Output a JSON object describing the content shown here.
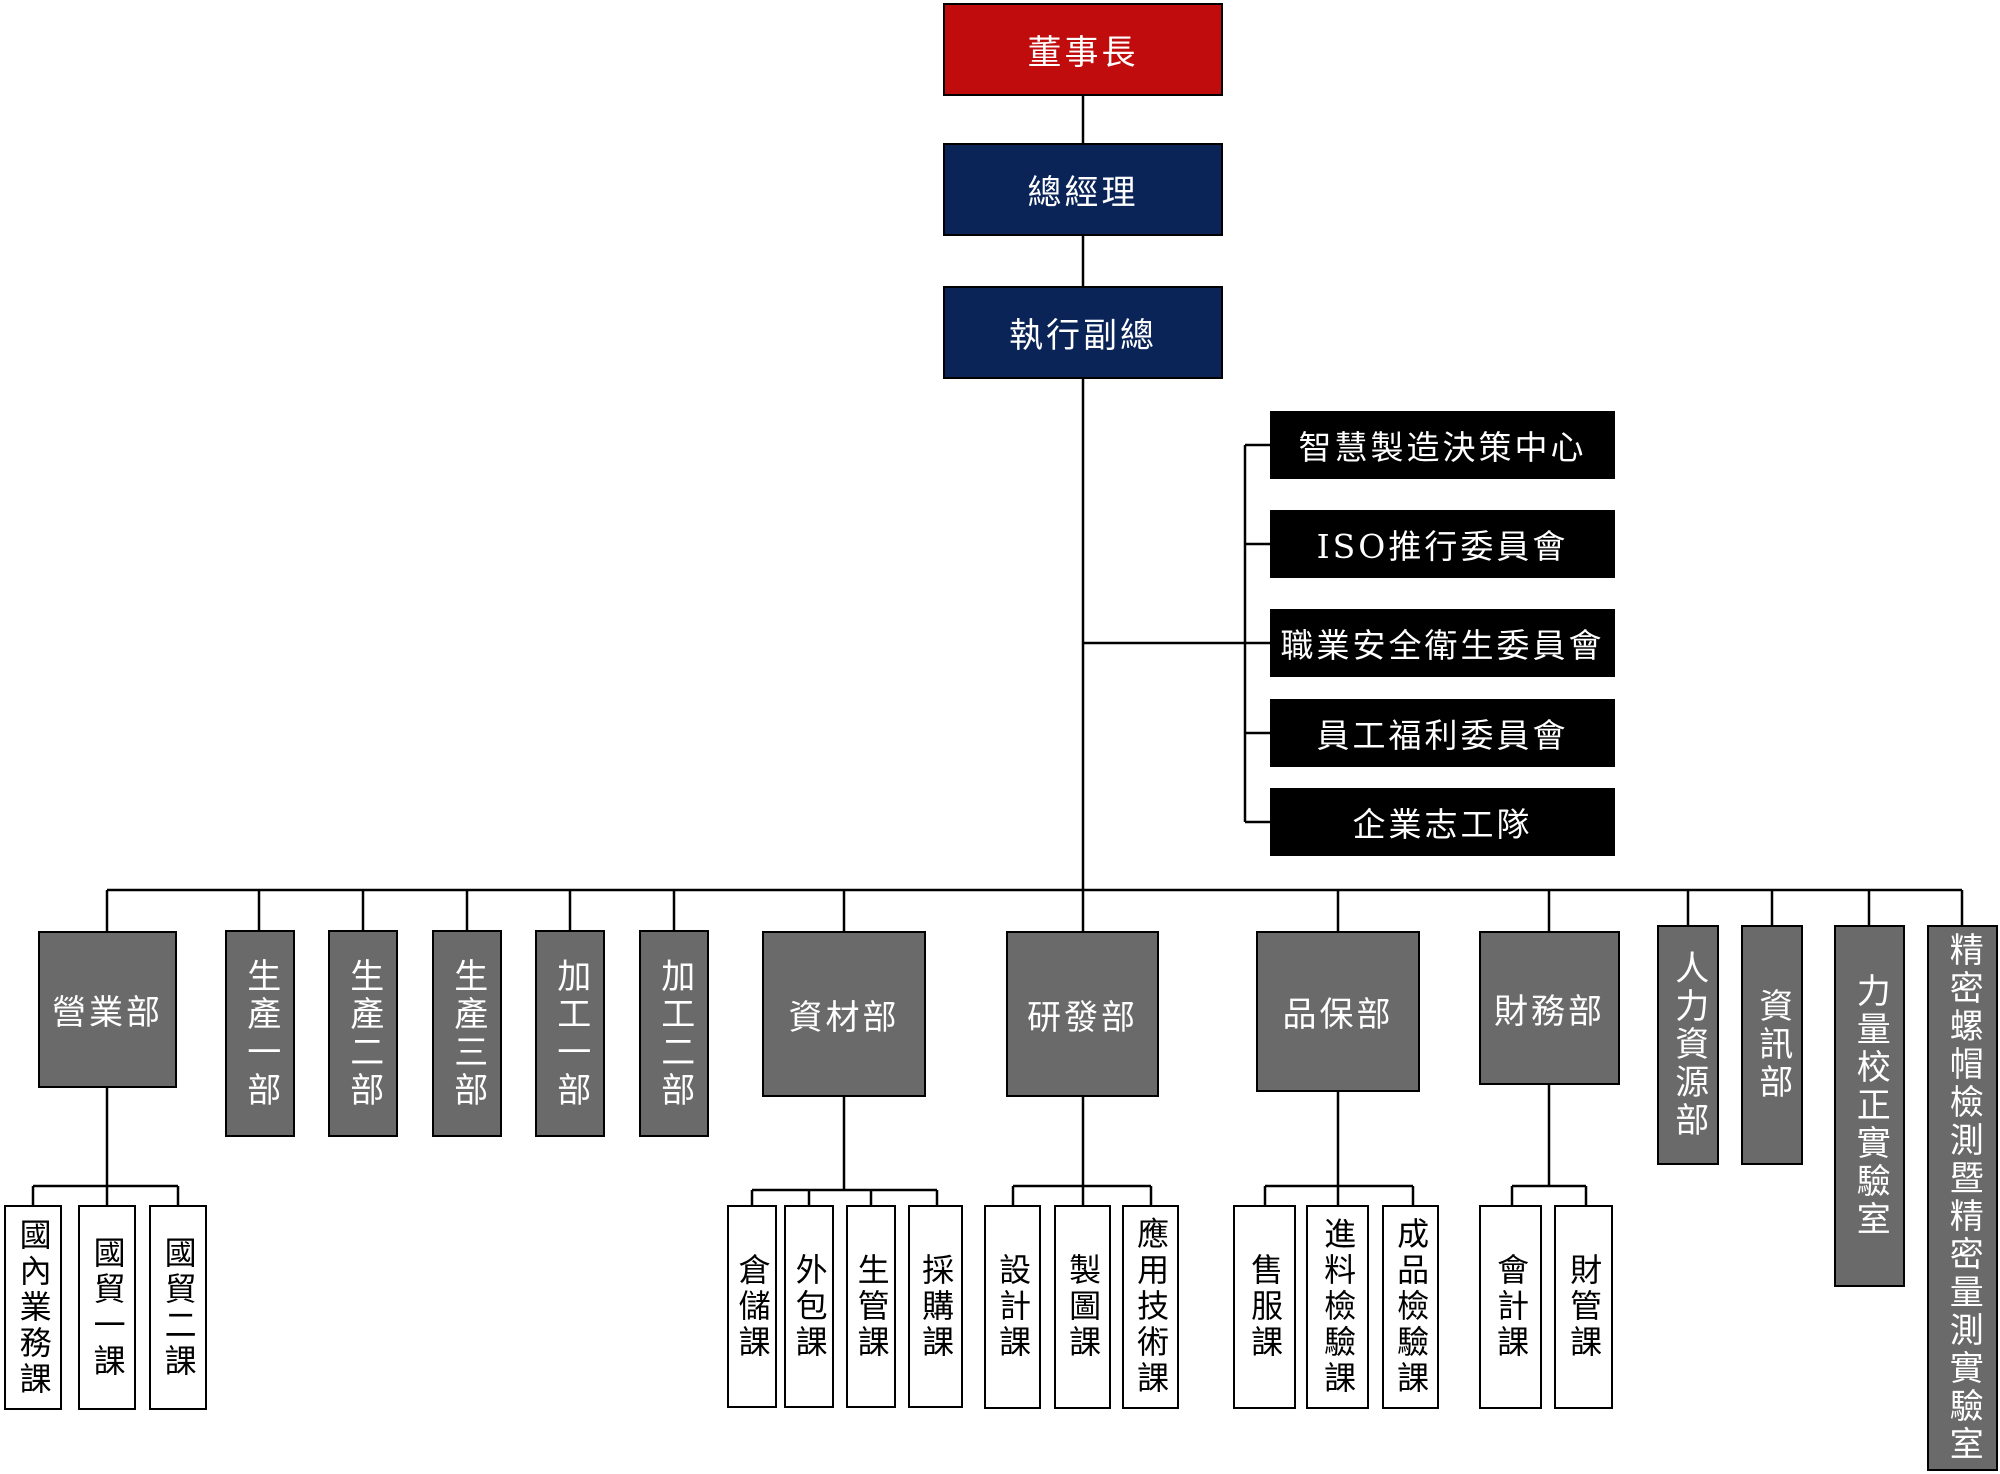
{
  "org": {
    "chairman": "董事長",
    "president": "總經理",
    "evp": "執行副總",
    "committees": [
      "智慧製造決策中心",
      "ISO推行委員會",
      "職業安全衛生委員會",
      "員工福利委員會",
      "企業志工隊"
    ],
    "departments": {
      "sales": "營業部",
      "prod1": "生產一部",
      "prod2": "生產二部",
      "prod3": "生產三部",
      "proc1": "加工一部",
      "proc2": "加工二部",
      "materials": "資材部",
      "rnd": "研發部",
      "qa": "品保部",
      "finance": "財務部",
      "hr": "人力資源部",
      "it": "資訊部",
      "force_lab": "力量校正實驗室",
      "nut_lab": "精密螺帽檢測暨精密量測實驗室"
    },
    "sections": {
      "sales": [
        "國內業務課",
        "國貿一課",
        "國貿二課"
      ],
      "materials": [
        "倉儲課",
        "外包課",
        "生管課",
        "採購課"
      ],
      "rnd": [
        "設計課",
        "製圖課",
        "應用技術課"
      ],
      "qa": [
        "售服課",
        "進料檢驗課",
        "成品檢驗課"
      ],
      "finance": [
        "會計課",
        "財管課"
      ]
    }
  },
  "colors": {
    "chairman": "#c00c0c",
    "executive": "#0b2458",
    "committee": "#000000",
    "department": "#6a6a6a",
    "section": "#ffffff"
  }
}
